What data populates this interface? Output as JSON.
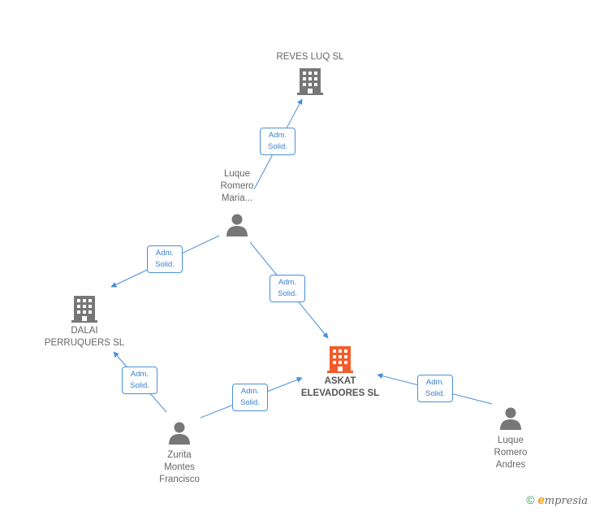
{
  "colors": {
    "link": "#4a8fd9",
    "building": "#777777",
    "building_main": "#f25c2a",
    "person": "#777777"
  },
  "nodes": {
    "reves": {
      "label": "REVES LUQ SL",
      "icon": "building-icon"
    },
    "luque_maria": {
      "label": "Luque\nRomero\nMaria...",
      "icon": "person-icon"
    },
    "dalai": {
      "label": "DALAI\nPERRUQUERS SL",
      "icon": "building-icon"
    },
    "askat": {
      "label": "ASKAT\nELEVADORES SL",
      "icon": "building-icon"
    },
    "zurita": {
      "label": "Zurita\nMontes\nFrancisco",
      "icon": "person-icon"
    },
    "luque_andres": {
      "label": "Luque\nRomero\nAndres",
      "icon": "person-icon"
    }
  },
  "edges": [
    {
      "from": "luque_maria",
      "to": "reves",
      "line1": "Adm.",
      "line2": "Solid."
    },
    {
      "from": "luque_maria",
      "to": "dalai",
      "line1": "Adm.",
      "line2": "Solid."
    },
    {
      "from": "luque_maria",
      "to": "askat",
      "line1": "Adm.",
      "line2": "Solid."
    },
    {
      "from": "zurita",
      "to": "dalai",
      "line1": "Adm.",
      "line2": "Solid."
    },
    {
      "from": "zurita",
      "to": "askat",
      "line1": "Adm.",
      "line2": "Solid."
    },
    {
      "from": "luque_andres",
      "to": "askat",
      "line1": "Adm.",
      "line2": "Solid."
    }
  ],
  "brand": {
    "copyright": "©",
    "initial": "e",
    "rest": "mpresia"
  }
}
